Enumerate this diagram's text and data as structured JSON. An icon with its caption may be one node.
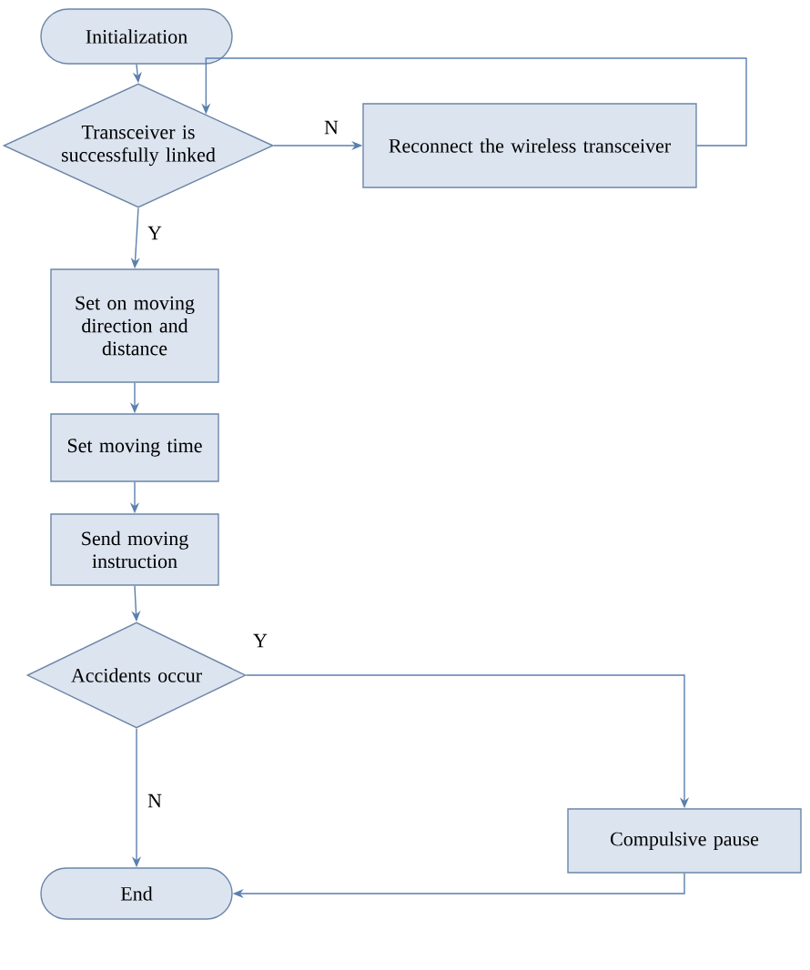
{
  "diagram": {
    "nodes": [
      {
        "text": [
          "Initialization"
        ]
      },
      {
        "text": [
          "Transceiver is successfully linked"
        ]
      },
      {
        "text": [
          "Reconnect the wireless transceiver"
        ]
      },
      {
        "text": [
          "Set on moving direction and distance"
        ]
      },
      {
        "text": [
          "Set moving time"
        ]
      },
      {
        "text": [
          "Send moving instruction"
        ]
      },
      {
        "text": [
          "Accidents occur"
        ]
      },
      {
        "text": [
          "Compulsive pause"
        ]
      },
      {
        "text": [
          "End"
        ]
      }
    ],
    "edges": [
      {
        "from": 0,
        "to": 1,
        "arrow": "to"
      },
      {
        "from": 1,
        "to": 2,
        "arrow": "to",
        "label": "N"
      },
      {
        "from": 2,
        "to": 1,
        "arrow": "to"
      },
      {
        "from": 1,
        "to": 3,
        "arrow": "to",
        "label": "Y"
      },
      {
        "from": 3,
        "to": 4,
        "arrow": "to"
      },
      {
        "from": 4,
        "to": 5,
        "arrow": "to"
      },
      {
        "from": 5,
        "to": 6,
        "arrow": "to"
      },
      {
        "from": 6,
        "to": 7,
        "arrow": "to",
        "label": "Y"
      },
      {
        "from": 6,
        "to": 8,
        "arrow": "to",
        "label": "N"
      },
      {
        "from": 7,
        "to": 8,
        "arrow": "to"
      }
    ]
  }
}
